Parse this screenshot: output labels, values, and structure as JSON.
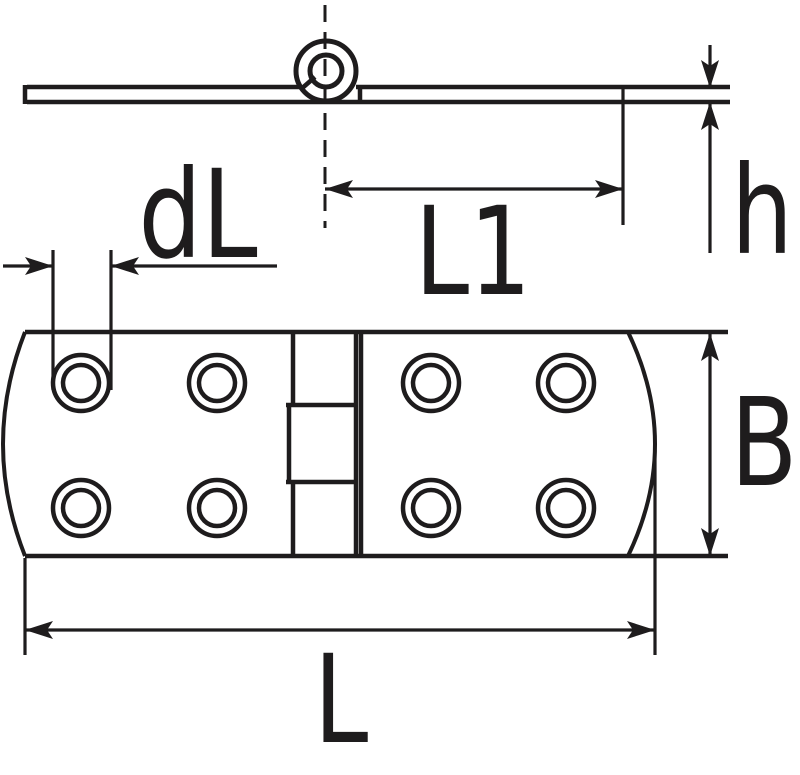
{
  "drawing": {
    "kind": "hinge-dimension-drawing",
    "views": {
      "top": "side-view",
      "bottom": "plan-view"
    }
  },
  "colors": {
    "background": "#ffffff",
    "line": "#1e1c1d"
  },
  "dimensions": {
    "dl_label": "dL",
    "l1_label": "L1",
    "h_label": "h",
    "b_label": "B",
    "l_label": "L"
  }
}
